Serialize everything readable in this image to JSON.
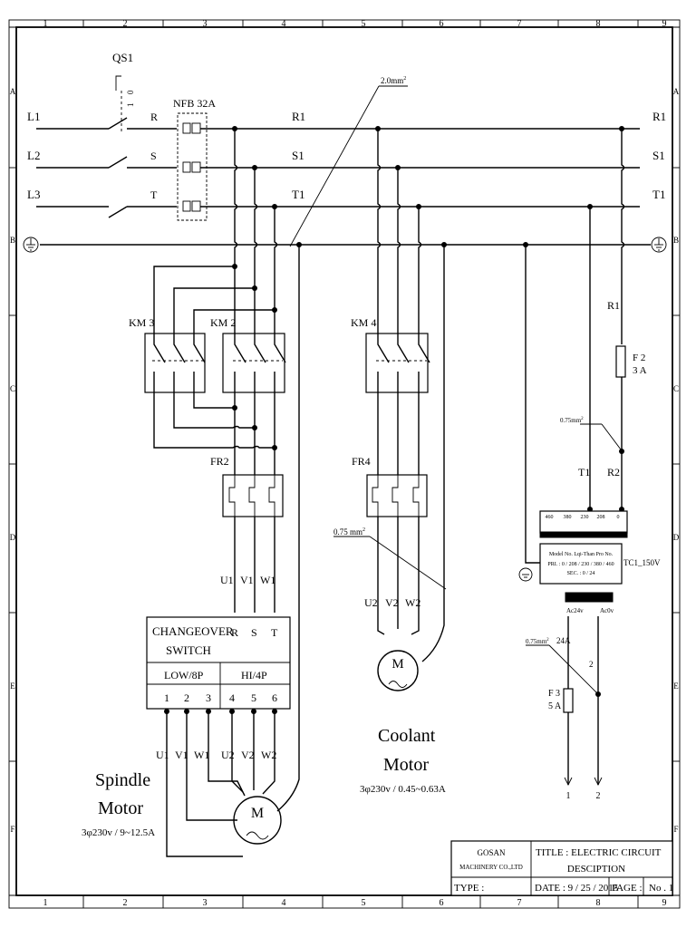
{
  "frame": {
    "columns": [
      "1",
      "2",
      "3",
      "4",
      "5",
      "6",
      "7",
      "8",
      "9"
    ],
    "rows": [
      "A",
      "B",
      "C",
      "D",
      "E",
      "F"
    ]
  },
  "supply": {
    "qs1": "QS1",
    "qs1_marks": [
      "1",
      "0"
    ],
    "nfb": "NFB 32A",
    "lines_left": [
      "L1",
      "L2",
      "L3"
    ],
    "lines_mid": [
      "R",
      "S",
      "T"
    ],
    "bus_labels": [
      "R1",
      "S1",
      "T1"
    ],
    "bus_right": [
      "R1",
      "S1",
      "T1"
    ],
    "wire_size_main": "2.0mm",
    "sup": "2"
  },
  "spindle": {
    "km3": "KM 3",
    "km2": "KM 2",
    "fr2": "FR2",
    "uvw": [
      "U1",
      "V1",
      "W1"
    ],
    "switch_title_1": "CHANGEOVER",
    "switch_title_2": "SWITCH",
    "switch_rst": [
      "R",
      "S",
      "T"
    ],
    "low": "LOW/8P",
    "hi": "HI/4P",
    "terminals": [
      "1",
      "2",
      "3",
      "4",
      "5",
      "6"
    ],
    "motor_leads": [
      "U1",
      "V1",
      "W1",
      "U2",
      "V2",
      "W2"
    ],
    "motor_letter": "M",
    "name_1": "Spindle",
    "name_2": "Motor",
    "spec": "3φ230v / 9~12.5A"
  },
  "coolant": {
    "km4": "KM 4",
    "fr4": "FR4",
    "wire_size": "0.75  mm",
    "sup": "2",
    "uvw": [
      "U2",
      "V2",
      "W2"
    ],
    "motor_letter": "M",
    "name_1": "Coolant",
    "name_2": "Motor",
    "spec": "3φ230v / 0.45~0.63A"
  },
  "control": {
    "r1": "R1",
    "fuse2_1": "F 2",
    "fuse2_2": "3 A",
    "wire_size": "0.75mm",
    "sup": "2",
    "t1": "T1",
    "r2": "R2",
    "taps": [
      "460",
      "380",
      "230",
      "208",
      "0"
    ],
    "model": "Model No. Lqi-Than   Pro No.",
    "pri": "PRI. : 0 / 208 / 230 / 380 / 460",
    "sec": "SEC. : 0 / 24",
    "tc": "TC1_150V",
    "ac24": "Ac24v",
    "ac0": "Ac0v",
    "wire_size_2": "0.75mm",
    "w24a": "24A",
    "w2": "2",
    "fuse3_1": "F 3",
    "fuse3_2": "5 A",
    "out1": "1",
    "out2": "2"
  },
  "titleblock": {
    "company_1": "GOSAN",
    "company_2": "MACHINERY CO.,LTD",
    "title_1": "TITLE : ELECTRIC  CIRCUIT",
    "title_2": "DESCIPTION",
    "type": "TYPE :",
    "date": "DATE : 9 / 25 / 2015",
    "page": "PAGE :",
    "page_no": "No . 1"
  }
}
